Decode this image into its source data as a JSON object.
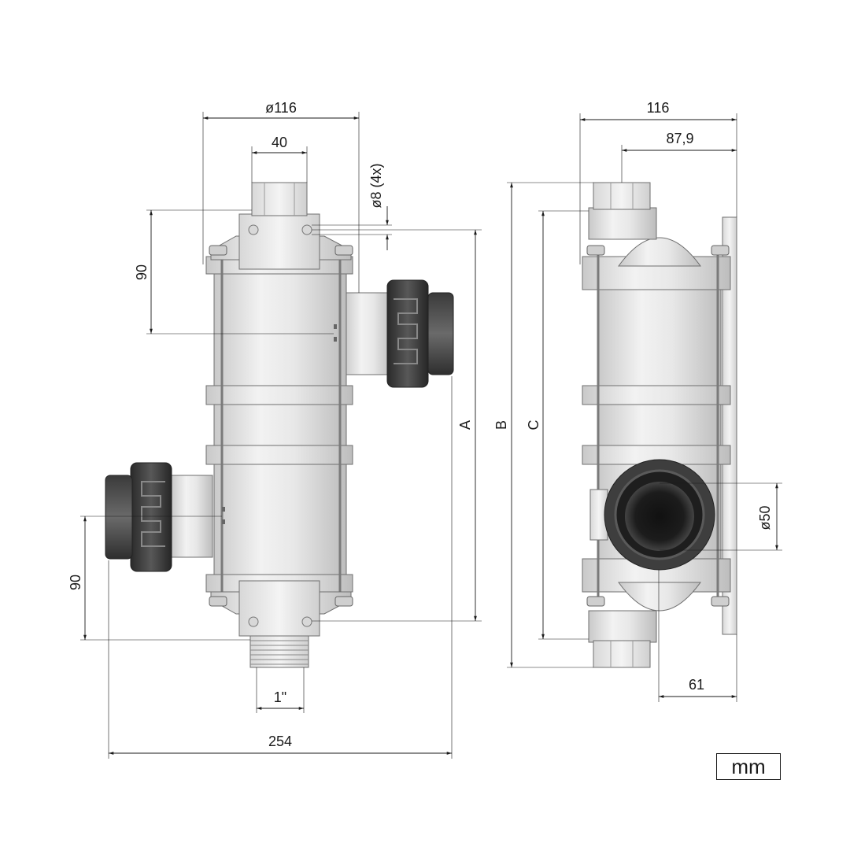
{
  "dimensions": {
    "d116": "ø116",
    "d40": "40",
    "d8": "ø8 (4x)",
    "d90_top": "90",
    "d90_bottom": "90",
    "d1in": "1\"",
    "d254": "254",
    "dA": "A",
    "dB": "B",
    "dC": "C",
    "d116_side": "116",
    "d87_9": "87,9",
    "d50": "ø50",
    "d61": "61"
  },
  "unit": "mm"
}
